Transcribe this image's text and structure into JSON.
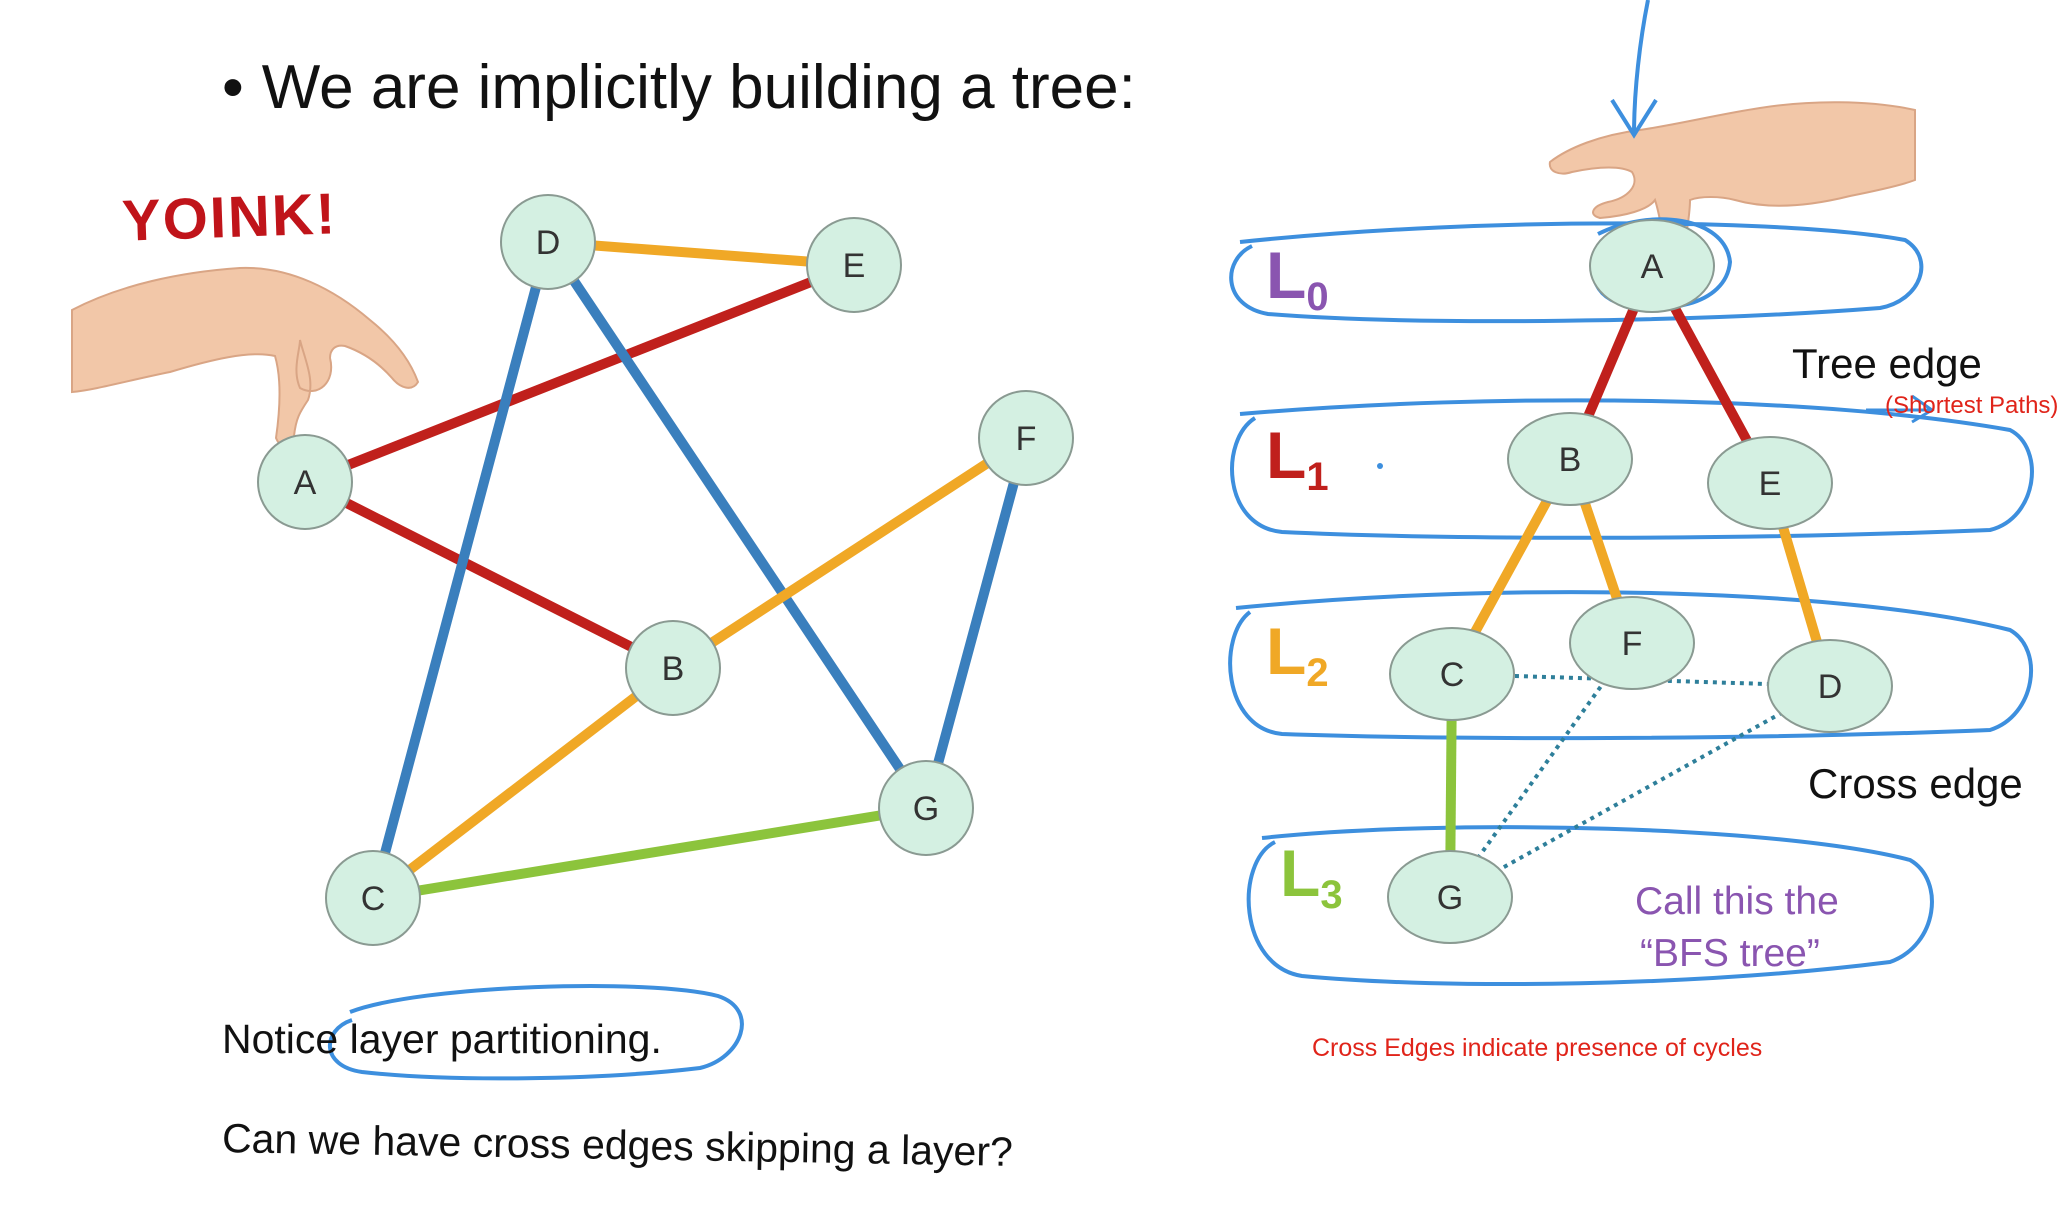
{
  "slide": {
    "bullet": "•",
    "title": "We are implicitly building a tree:",
    "yoink": "YOINK!",
    "notice_prefix": "Notice",
    "notice_highlight": "layer partitioning.",
    "question": "Can we have cross edges skipping a layer?"
  },
  "graph": {
    "nodes": [
      {
        "id": "D",
        "label": "D"
      },
      {
        "id": "E",
        "label": "E"
      },
      {
        "id": "A",
        "label": "A"
      },
      {
        "id": "F",
        "label": "F"
      },
      {
        "id": "B",
        "label": "B"
      },
      {
        "id": "G",
        "label": "G"
      },
      {
        "id": "C",
        "label": "C"
      }
    ],
    "edges": [
      {
        "from": "A",
        "to": "E",
        "color": "#c0201c"
      },
      {
        "from": "A",
        "to": "B",
        "color": "#c0201c"
      },
      {
        "from": "D",
        "to": "E",
        "color": "#f0a826"
      },
      {
        "from": "D",
        "to": "C",
        "color": "#3a7fbd"
      },
      {
        "from": "D",
        "to": "G",
        "color": "#3a7fbd"
      },
      {
        "from": "B",
        "to": "F",
        "color": "#f0a826"
      },
      {
        "from": "B",
        "to": "C",
        "color": "#f0a826"
      },
      {
        "from": "F",
        "to": "G",
        "color": "#3a7fbd"
      },
      {
        "from": "C",
        "to": "G",
        "color": "#8cc43c"
      }
    ]
  },
  "tree": {
    "layers": [
      {
        "letter": "L",
        "index": "0",
        "color": "#8a55b0"
      },
      {
        "letter": "L",
        "index": "1",
        "color": "#c0201c"
      },
      {
        "letter": "L",
        "index": "2",
        "color": "#f0a826"
      },
      {
        "letter": "L",
        "index": "3",
        "color": "#8cc43c"
      }
    ],
    "nodes": [
      {
        "id": "A",
        "label": "A"
      },
      {
        "id": "B",
        "label": "B"
      },
      {
        "id": "E",
        "label": "E"
      },
      {
        "id": "C",
        "label": "C"
      },
      {
        "id": "F",
        "label": "F"
      },
      {
        "id": "D",
        "label": "D"
      },
      {
        "id": "G",
        "label": "G"
      }
    ],
    "tree_edges": [
      {
        "from": "A",
        "to": "B",
        "color": "#c0201c"
      },
      {
        "from": "A",
        "to": "E",
        "color": "#c0201c"
      },
      {
        "from": "B",
        "to": "C",
        "color": "#f0a826"
      },
      {
        "from": "B",
        "to": "F",
        "color": "#f0a826"
      },
      {
        "from": "E",
        "to": "D",
        "color": "#f0a826"
      },
      {
        "from": "C",
        "to": "G",
        "color": "#8cc43c"
      }
    ],
    "cross_edges": [
      {
        "from": "C",
        "to": "D"
      },
      {
        "from": "F",
        "to": "G"
      },
      {
        "from": "D",
        "to": "G"
      }
    ],
    "tree_edge_label": "Tree edge",
    "shortest_paths_note": "(Shortest Paths)",
    "cross_edge_label": "Cross edge",
    "call_this": "Call this the",
    "bfs_tree": "“BFS tree”",
    "cycles_note": "Cross Edges indicate presence of cycles"
  },
  "colors": {
    "node_fill": "#d4f0e2",
    "node_stroke": "#8a9a92",
    "ink_blue": "#3d8fde",
    "dotted_edge": "#2e7f9a",
    "skin": "#f2c7a8"
  }
}
